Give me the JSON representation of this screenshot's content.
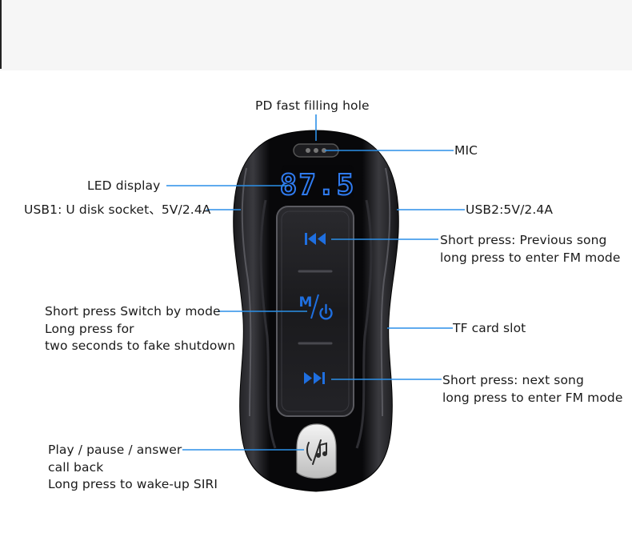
{
  "labels": {
    "pd_hole": "PD fast filling hole",
    "mic": "MIC",
    "led_display": "LED display",
    "usb1": "USB1: U disk socket、5V/2.4A",
    "usb2": "USB2:5V/2.4A",
    "prev_line1": "Short press: Previous song",
    "prev_line2": "long press to enter FM mode",
    "mode_line1": "Short press Switch by mode",
    "mode_line2": "Long press for",
    "mode_line3": "two seconds to fake shutdown",
    "tf_slot": "TF card slot",
    "next_line1": "Short press: next song",
    "next_line2": "long press to enter FM mode",
    "play_line1": "Play / pause / answer",
    "play_line2": "call back",
    "play_line3": "Long press to wake-up SIRI"
  },
  "device": {
    "display_value": "87.5",
    "mode_button": "M",
    "prev_icon": "previous-track-icon",
    "next_icon": "next-track-icon",
    "power_icon": "power-icon",
    "phone_music_icon": "phone-music-icon"
  },
  "colors": {
    "accent_blue": "#1f6fe0",
    "leader_line": "#2b8fe8",
    "body_black": "#0b0b0d"
  }
}
